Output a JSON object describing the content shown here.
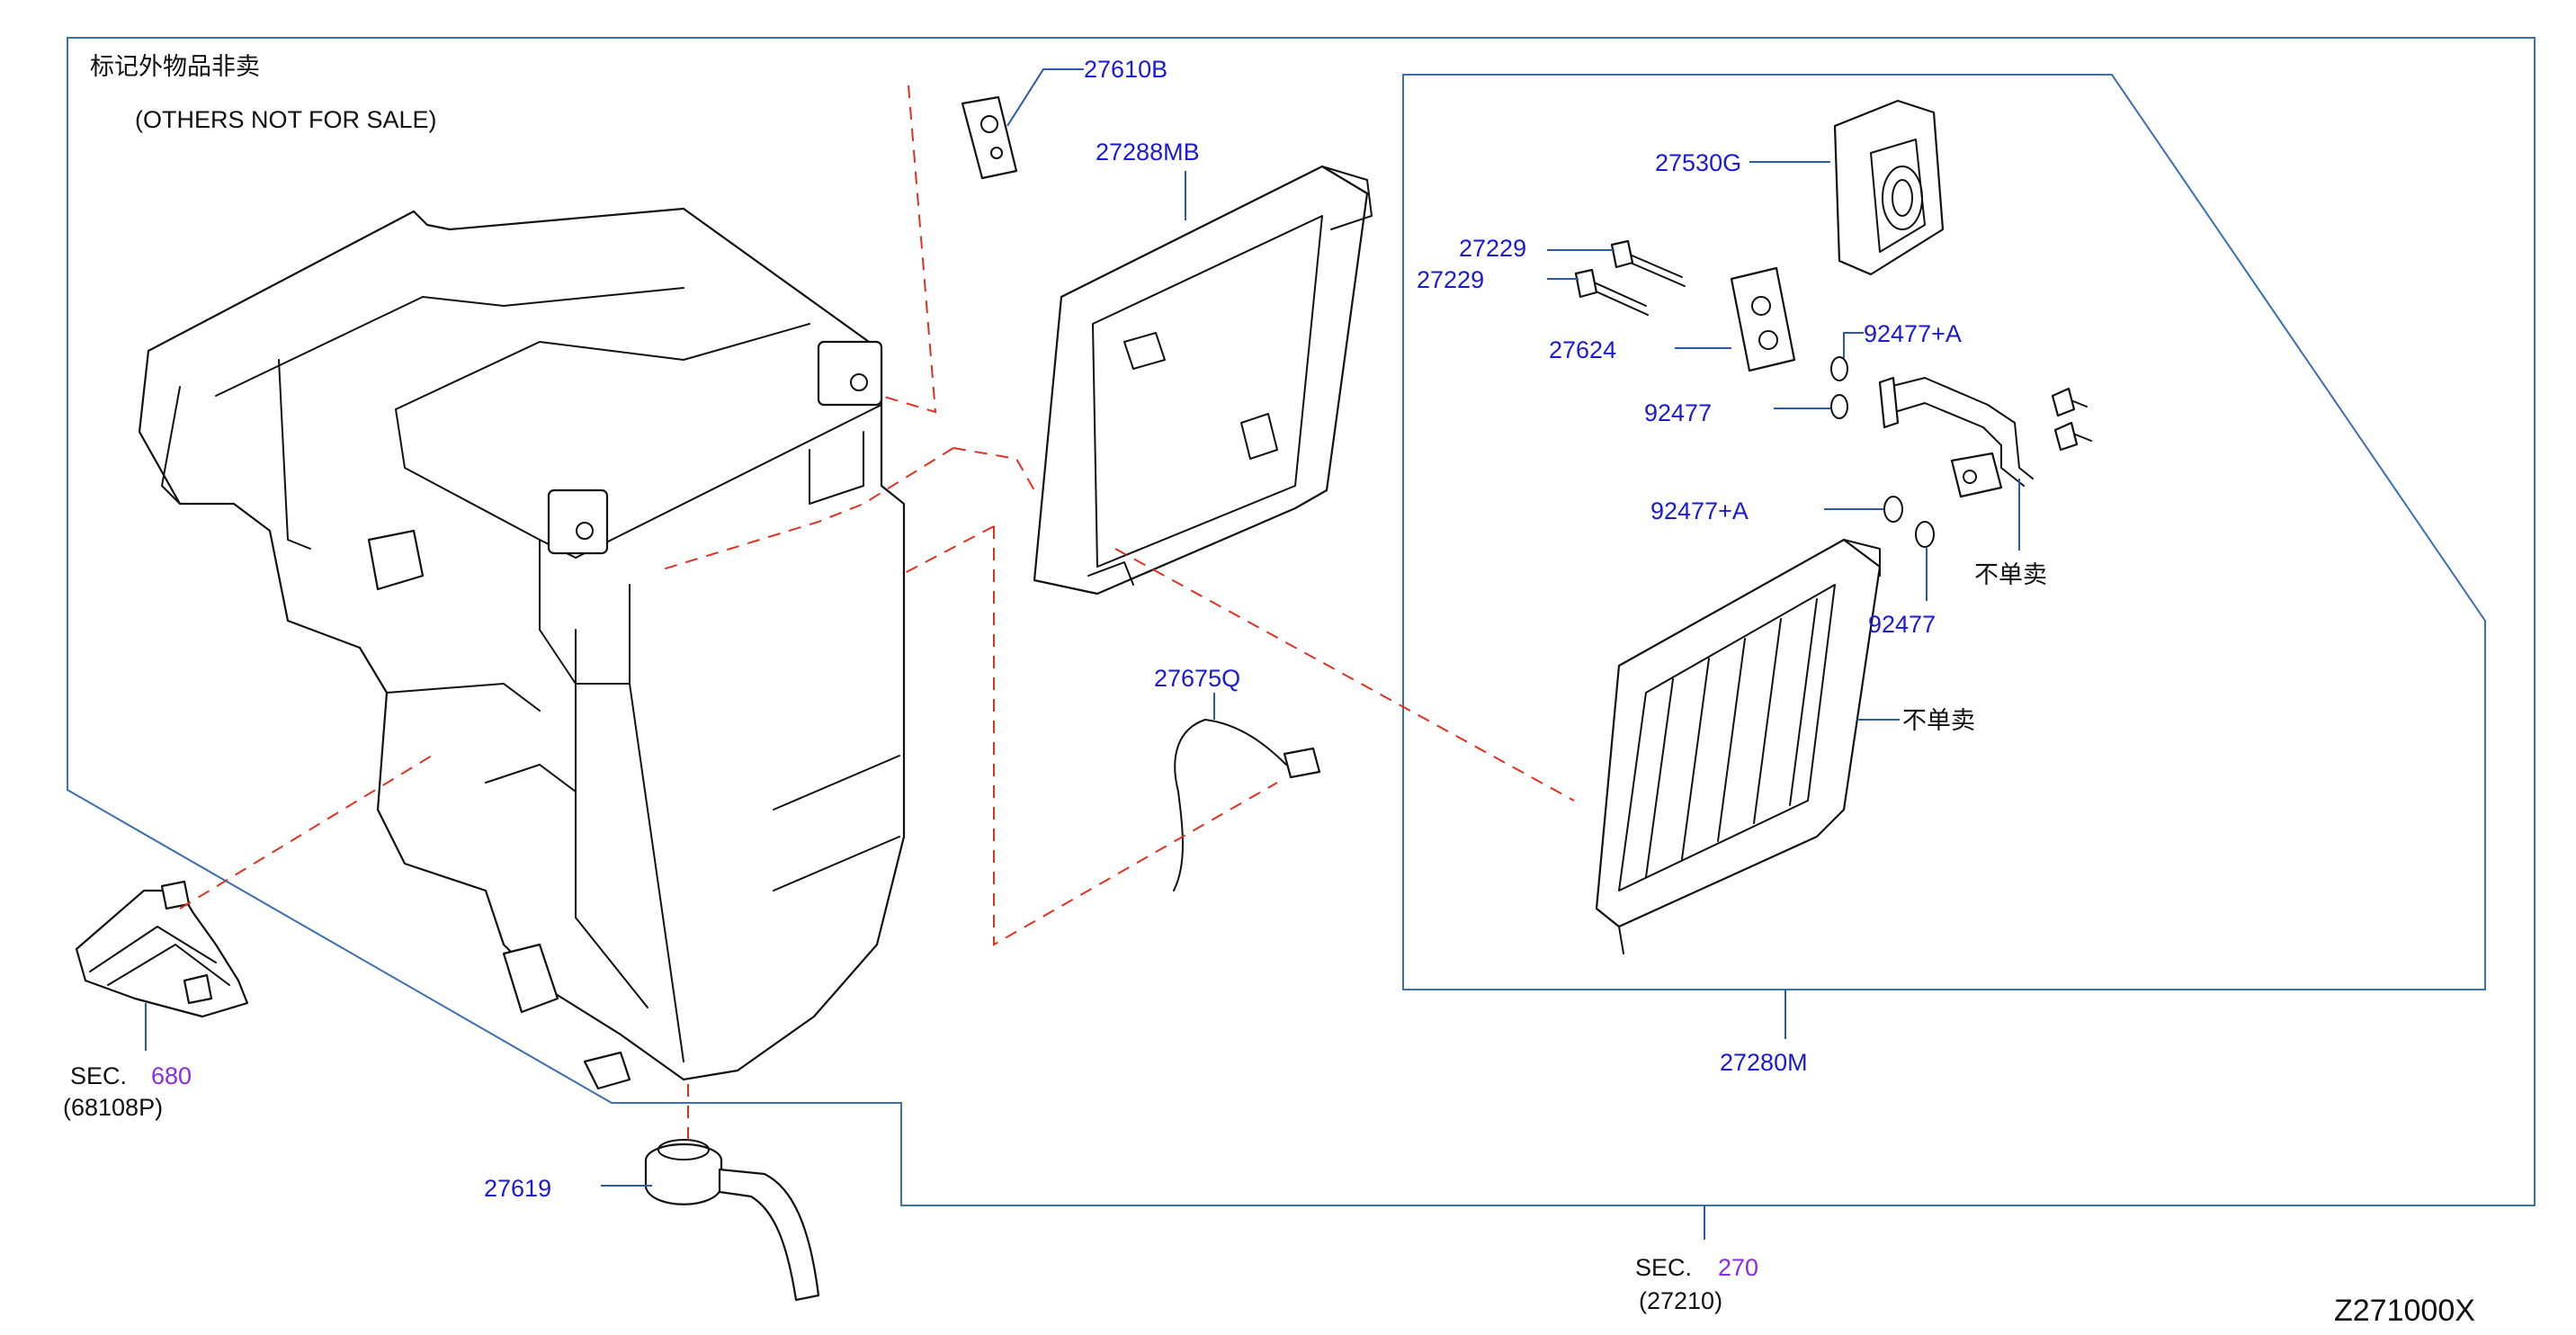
{
  "notes": {
    "cn": "标记外物品非卖",
    "en": "(OTHERS   NOT   FOR   SALE)"
  },
  "diagram_code": "Z271000X",
  "labels": {
    "p27610B": "27610B",
    "p27288MB": "27288MB",
    "p27530G": "27530G",
    "p27229a": "27229",
    "p27229b": "27229",
    "p27624": "27624",
    "p92477A1": "92477+A",
    "p92477a": "92477",
    "p92477A2": "92477+A",
    "p92477b": "92477",
    "notsold1": "不单卖",
    "notsold2": "不单卖",
    "p27675Q": "27675Q",
    "p27280M": "27280M",
    "p27619": "27619"
  },
  "sections": {
    "sec680": {
      "prefix": "SEC.",
      "num": "680",
      "sub": "(68108P)"
    },
    "sec270": {
      "prefix": "SEC.",
      "num": "270",
      "sub": "(27210)"
    }
  },
  "colors": {
    "label_blue": "#1a1ad2",
    "section_purple": "#8a2be2",
    "frame_blue": "#3a6fb0",
    "dash_red": "#e0301e"
  }
}
